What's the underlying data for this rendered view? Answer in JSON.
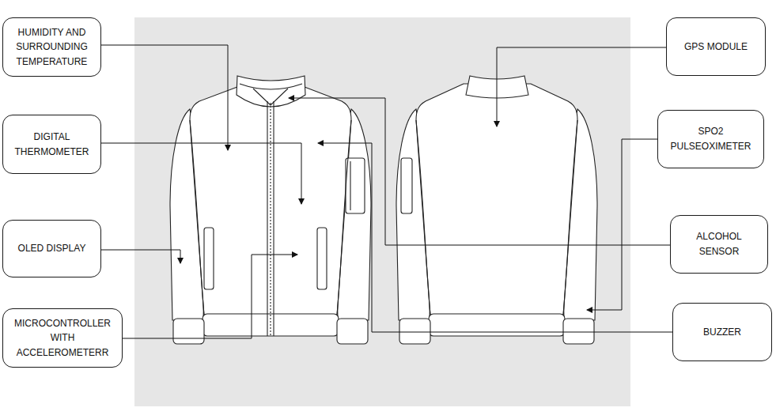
{
  "diagram": {
    "nodes": [
      {
        "text": [
          "HUMIDITY AND SURROUNDING TEMPERATURE"
        ]
      },
      {
        "text": [
          "DIGITAL THERMOMETER"
        ]
      },
      {
        "text": [
          "OLED DISPLAY"
        ]
      },
      {
        "text": [
          "MICROCONTROLLER WITH ACCELEROMETERR"
        ]
      },
      {
        "text": [
          "GPS MODULE"
        ]
      },
      {
        "text": [
          "SPO2 PULSEOXIMETER"
        ]
      },
      {
        "text": [
          "ALCOHOL SENSOR"
        ]
      },
      {
        "text": [
          "BUZZER"
        ]
      }
    ]
  }
}
